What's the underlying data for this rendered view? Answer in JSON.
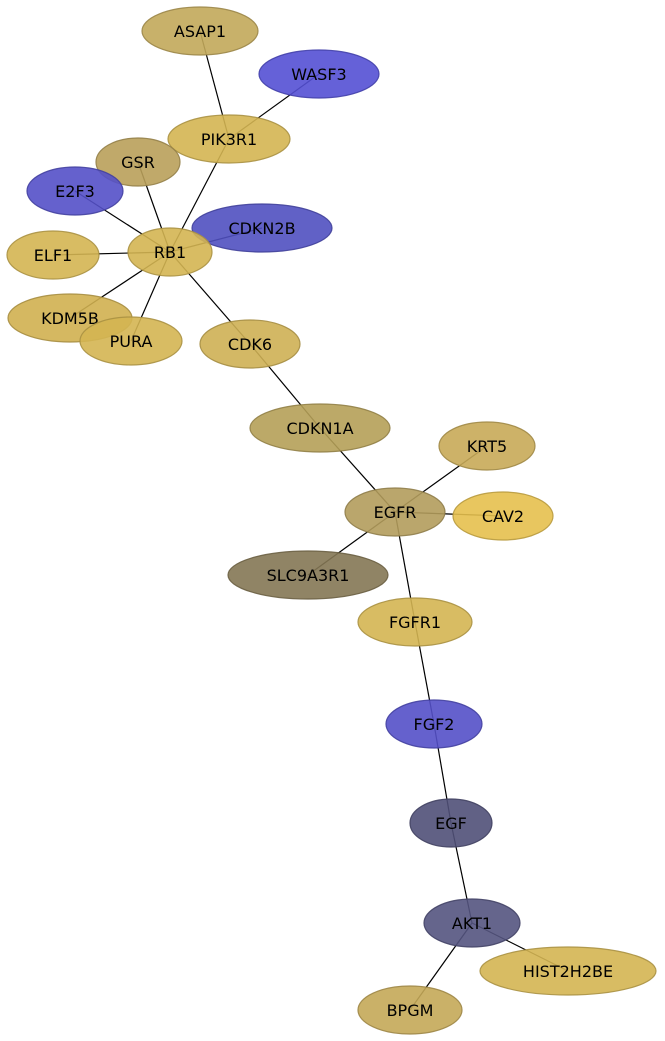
{
  "colors": {
    "gold": "#d4b148",
    "gold_dark": "#b5a058",
    "gold_light": "#e6c04e",
    "olive": "#847754",
    "blue": "#5450d4",
    "navy": "#545478"
  },
  "nodes": [
    {
      "id": "ASAP1",
      "label": "ASAP1",
      "color": "#c2a85a"
    },
    {
      "id": "WASF3",
      "label": "WASF3",
      "color": "#5450d4"
    },
    {
      "id": "PIK3R1",
      "label": "PIK3R1",
      "color": "#d4b552"
    },
    {
      "id": "GSR",
      "label": "GSR",
      "color": "#b9a05a"
    },
    {
      "id": "E2F3",
      "label": "E2F3",
      "color": "#5450c8"
    },
    {
      "id": "CDKN2B",
      "label": "CDKN2B",
      "color": "#5050c0"
    },
    {
      "id": "ELF1",
      "label": "ELF1",
      "color": "#d4b552"
    },
    {
      "id": "RB1",
      "label": "RB1",
      "color": "#d4b552"
    },
    {
      "id": "KDM5B",
      "label": "KDM5B",
      "color": "#d0b050"
    },
    {
      "id": "PURA",
      "label": "PURA",
      "color": "#d4b552"
    },
    {
      "id": "CDK6",
      "label": "CDK6",
      "color": "#ceb054"
    },
    {
      "id": "CDKN1A",
      "label": "CDKN1A",
      "color": "#b5a058"
    },
    {
      "id": "KRT5",
      "label": "KRT5",
      "color": "#c8aa58"
    },
    {
      "id": "EGFR",
      "label": "EGFR",
      "color": "#b39c5c"
    },
    {
      "id": "CAV2",
      "label": "CAV2",
      "color": "#e6c04e"
    },
    {
      "id": "SLC9A3R1",
      "label": "SLC9A3R1",
      "color": "#847754"
    },
    {
      "id": "FGFR1",
      "label": "FGFR1",
      "color": "#d4b552"
    },
    {
      "id": "FGF2",
      "label": "FGF2",
      "color": "#5450c8"
    },
    {
      "id": "EGF",
      "label": "EGF",
      "color": "#505078"
    },
    {
      "id": "AKT1",
      "label": "AKT1",
      "color": "#545480"
    },
    {
      "id": "HIST2H2BE",
      "label": "HIST2H2BE",
      "color": "#d4b552"
    },
    {
      "id": "BPGM",
      "label": "BPGM",
      "color": "#c4a858"
    }
  ],
  "edges": [
    [
      "ASAP1",
      "PIK3R1"
    ],
    [
      "WASF3",
      "PIK3R1"
    ],
    [
      "PIK3R1",
      "RB1"
    ],
    [
      "GSR",
      "RB1"
    ],
    [
      "E2F3",
      "RB1"
    ],
    [
      "CDKN2B",
      "RB1"
    ],
    [
      "ELF1",
      "RB1"
    ],
    [
      "KDM5B",
      "RB1"
    ],
    [
      "PURA",
      "RB1"
    ],
    [
      "RB1",
      "CDK6"
    ],
    [
      "CDK6",
      "CDKN1A"
    ],
    [
      "CDKN1A",
      "EGFR"
    ],
    [
      "KRT5",
      "EGFR"
    ],
    [
      "CAV2",
      "EGFR"
    ],
    [
      "SLC9A3R1",
      "EGFR"
    ],
    [
      "EGFR",
      "FGFR1"
    ],
    [
      "FGFR1",
      "FGF2"
    ],
    [
      "FGF2",
      "EGF"
    ],
    [
      "EGF",
      "AKT1"
    ],
    [
      "AKT1",
      "HIST2H2BE"
    ],
    [
      "AKT1",
      "BPGM"
    ]
  ]
}
